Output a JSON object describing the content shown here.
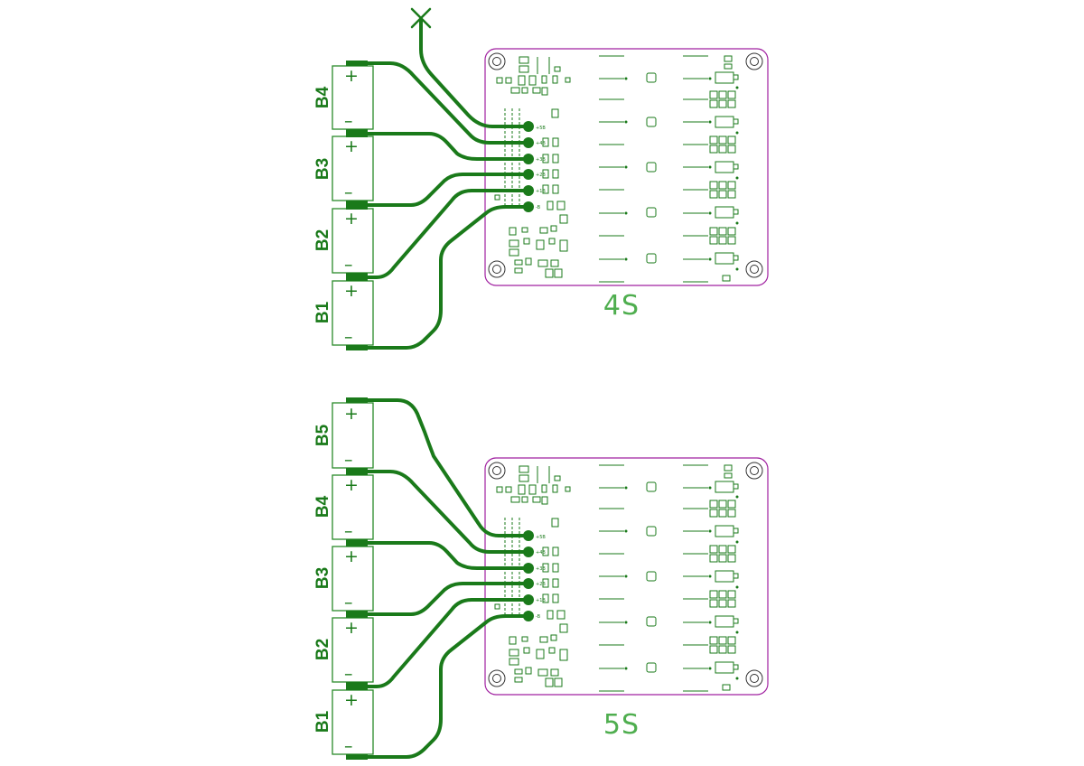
{
  "colors": {
    "wire": "#1a7a1a",
    "outline": "#2a8a2a",
    "board": "#a020a0",
    "title": "#4fae4f"
  },
  "top": {
    "title": "4S",
    "batteries": [
      {
        "label": "B4",
        "plus": "+",
        "minus": "–"
      },
      {
        "label": "B3",
        "plus": "+",
        "minus": "–"
      },
      {
        "label": "B2",
        "plus": "+",
        "minus": "–"
      },
      {
        "label": "B1",
        "plus": "+",
        "minus": "–"
      }
    ],
    "pads": [
      "+5B",
      "+4B",
      "+3B",
      "+2B",
      "+1B",
      "-B"
    ]
  },
  "bottom": {
    "title": "5S",
    "batteries": [
      {
        "label": "B5",
        "plus": "+",
        "minus": "–"
      },
      {
        "label": "B4",
        "plus": "+",
        "minus": "–"
      },
      {
        "label": "B3",
        "plus": "+",
        "minus": "–"
      },
      {
        "label": "B2",
        "plus": "+",
        "minus": "–"
      },
      {
        "label": "B1",
        "plus": "+",
        "minus": "–"
      }
    ],
    "pads": [
      "+5B",
      "+4B",
      "+3B",
      "+2B",
      "+1B",
      "-B"
    ]
  }
}
